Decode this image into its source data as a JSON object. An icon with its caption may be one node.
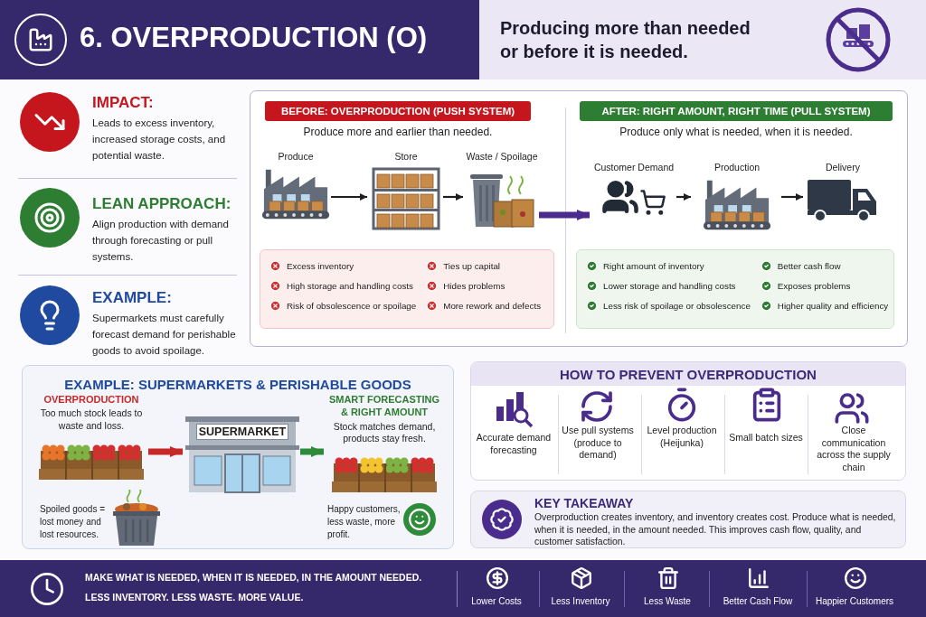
{
  "diagram": {
    "nodes": [
      {
        "text": [
          "6. OVERPRODUCTION (O)",
          "Producing more than needed or before it is needed."
        ]
      },
      {
        "text": [],
        "shape": "box"
      },
      {
        "text": [
          "BEFORE: OVERPRODUCTION (PUSH SYSTEM)"
        ],
        "beside": [
          "Produce more and earlier than needed."
        ],
        "in": 1
      },
      {
        "text": [
          "Produce"
        ],
        "in": 1
      },
      {
        "text": [
          "Store"
        ],
        "in": 1
      },
      {
        "text": [
          "Waste / Spoilage"
        ],
        "in": 1
      },
      {
        "text": [
          "Excess inventory",
          "Ties up capital",
          "High storage and handling costs",
          "Hides problems",
          "Risk of obsolescence or spoilage",
          "More rework and defects"
        ],
        "in": 1
      },
      {
        "text": [
          "AFTER: RIGHT AMOUNT, RIGHT TIME (PULL SYSTEM)"
        ],
        "beside": [
          "Produce only what is needed, when it is needed."
        ],
        "in": 1
      },
      {
        "text": [
          "Customer Demand"
        ],
        "in": 1
      },
      {
        "text": [
          "Production"
        ],
        "in": 1
      },
      {
        "text": [
          "Delivery"
        ],
        "in": 1
      },
      {
        "text": [
          "Right amount of inventory",
          "Better cash flow",
          "Lower storage and handling costs",
          "Exposes problems",
          "Less risk of spoilage or obsolescence",
          "Higher quality and efficiency"
        ],
        "in": 1
      },
      {
        "text": [
          "EXAMPLE: SUPERMARKETS & PERISHABLE GOODS"
        ]
      },
      {
        "text": [
          "OVERPRODUCTION",
          "Too much stock leads to waste and loss."
        ],
        "in": 12
      },
      {
        "text": [
          "SUPERMARKET"
        ],
        "in": 12
      },
      {
        "text": [
          "SMART FORECASTING & RIGHT AMOUNT",
          "Stock matches demand, products stay fresh."
        ],
        "in": 12
      },
      {
        "text": [
          "HOW TO PREVENT OVERPRODUCTION"
        ]
      },
      {
        "text": [
          "KEY TAKEAWAY",
          "Overproduction creates inventory, and inventory creates cost. Produce what is needed, when it is needed, in the amount needed. This improves cash flow, quality, and customer satisfaction."
        ]
      },
      {
        "text": [
          "MAKE WHAT IS NEEDED, WHEN IT IS NEEDED, IN THE AMOUNT NEEDED.",
          "LESS INVENTORY. LESS WASTE. MORE VALUE."
        ]
      }
    ],
    "edges": [
      {
        "from": 3,
        "to": 4,
        "arrow": "to"
      },
      {
        "from": 4,
        "to": 5,
        "arrow": "to"
      },
      {
        "from": 5,
        "to": 8,
        "arrow": "to",
        "style": "thick",
        "color": "#4a2c8c"
      },
      {
        "from": 8,
        "to": 9,
        "arrow": "to"
      },
      {
        "from": 9,
        "to": 10,
        "arrow": "to"
      },
      {
        "from": 13,
        "to": 14,
        "arrow": "to",
        "style": "thick",
        "color": "#c62828"
      },
      {
        "from": 14,
        "to": 15,
        "arrow": "to",
        "style": "thick",
        "color": "#2e8b3a"
      }
    ],
    "labels": [
      "IMPACT:",
      "Leads to excess inventory, increased storage costs, and potential waste.",
      "LEAN APPROACH:",
      "Align production with demand through forecasting or pull systems.",
      "EXAMPLE:",
      "Supermarkets must carefully forecast demand for perishable goods to avoid spoilage.",
      "Spoiled goods = lost money and lost resources.",
      "Happy customers, less waste, more profit.",
      "Accurate demand forecasting",
      "Use pull systems (produce to demand)",
      "Level production (Heijunka)",
      "Small batch sizes",
      "Close communication across the supply chain",
      "Lower Costs",
      "Less Inventory",
      "Less Waste",
      "Better Cash Flow",
      "Happier Customers"
    ]
  }
}
